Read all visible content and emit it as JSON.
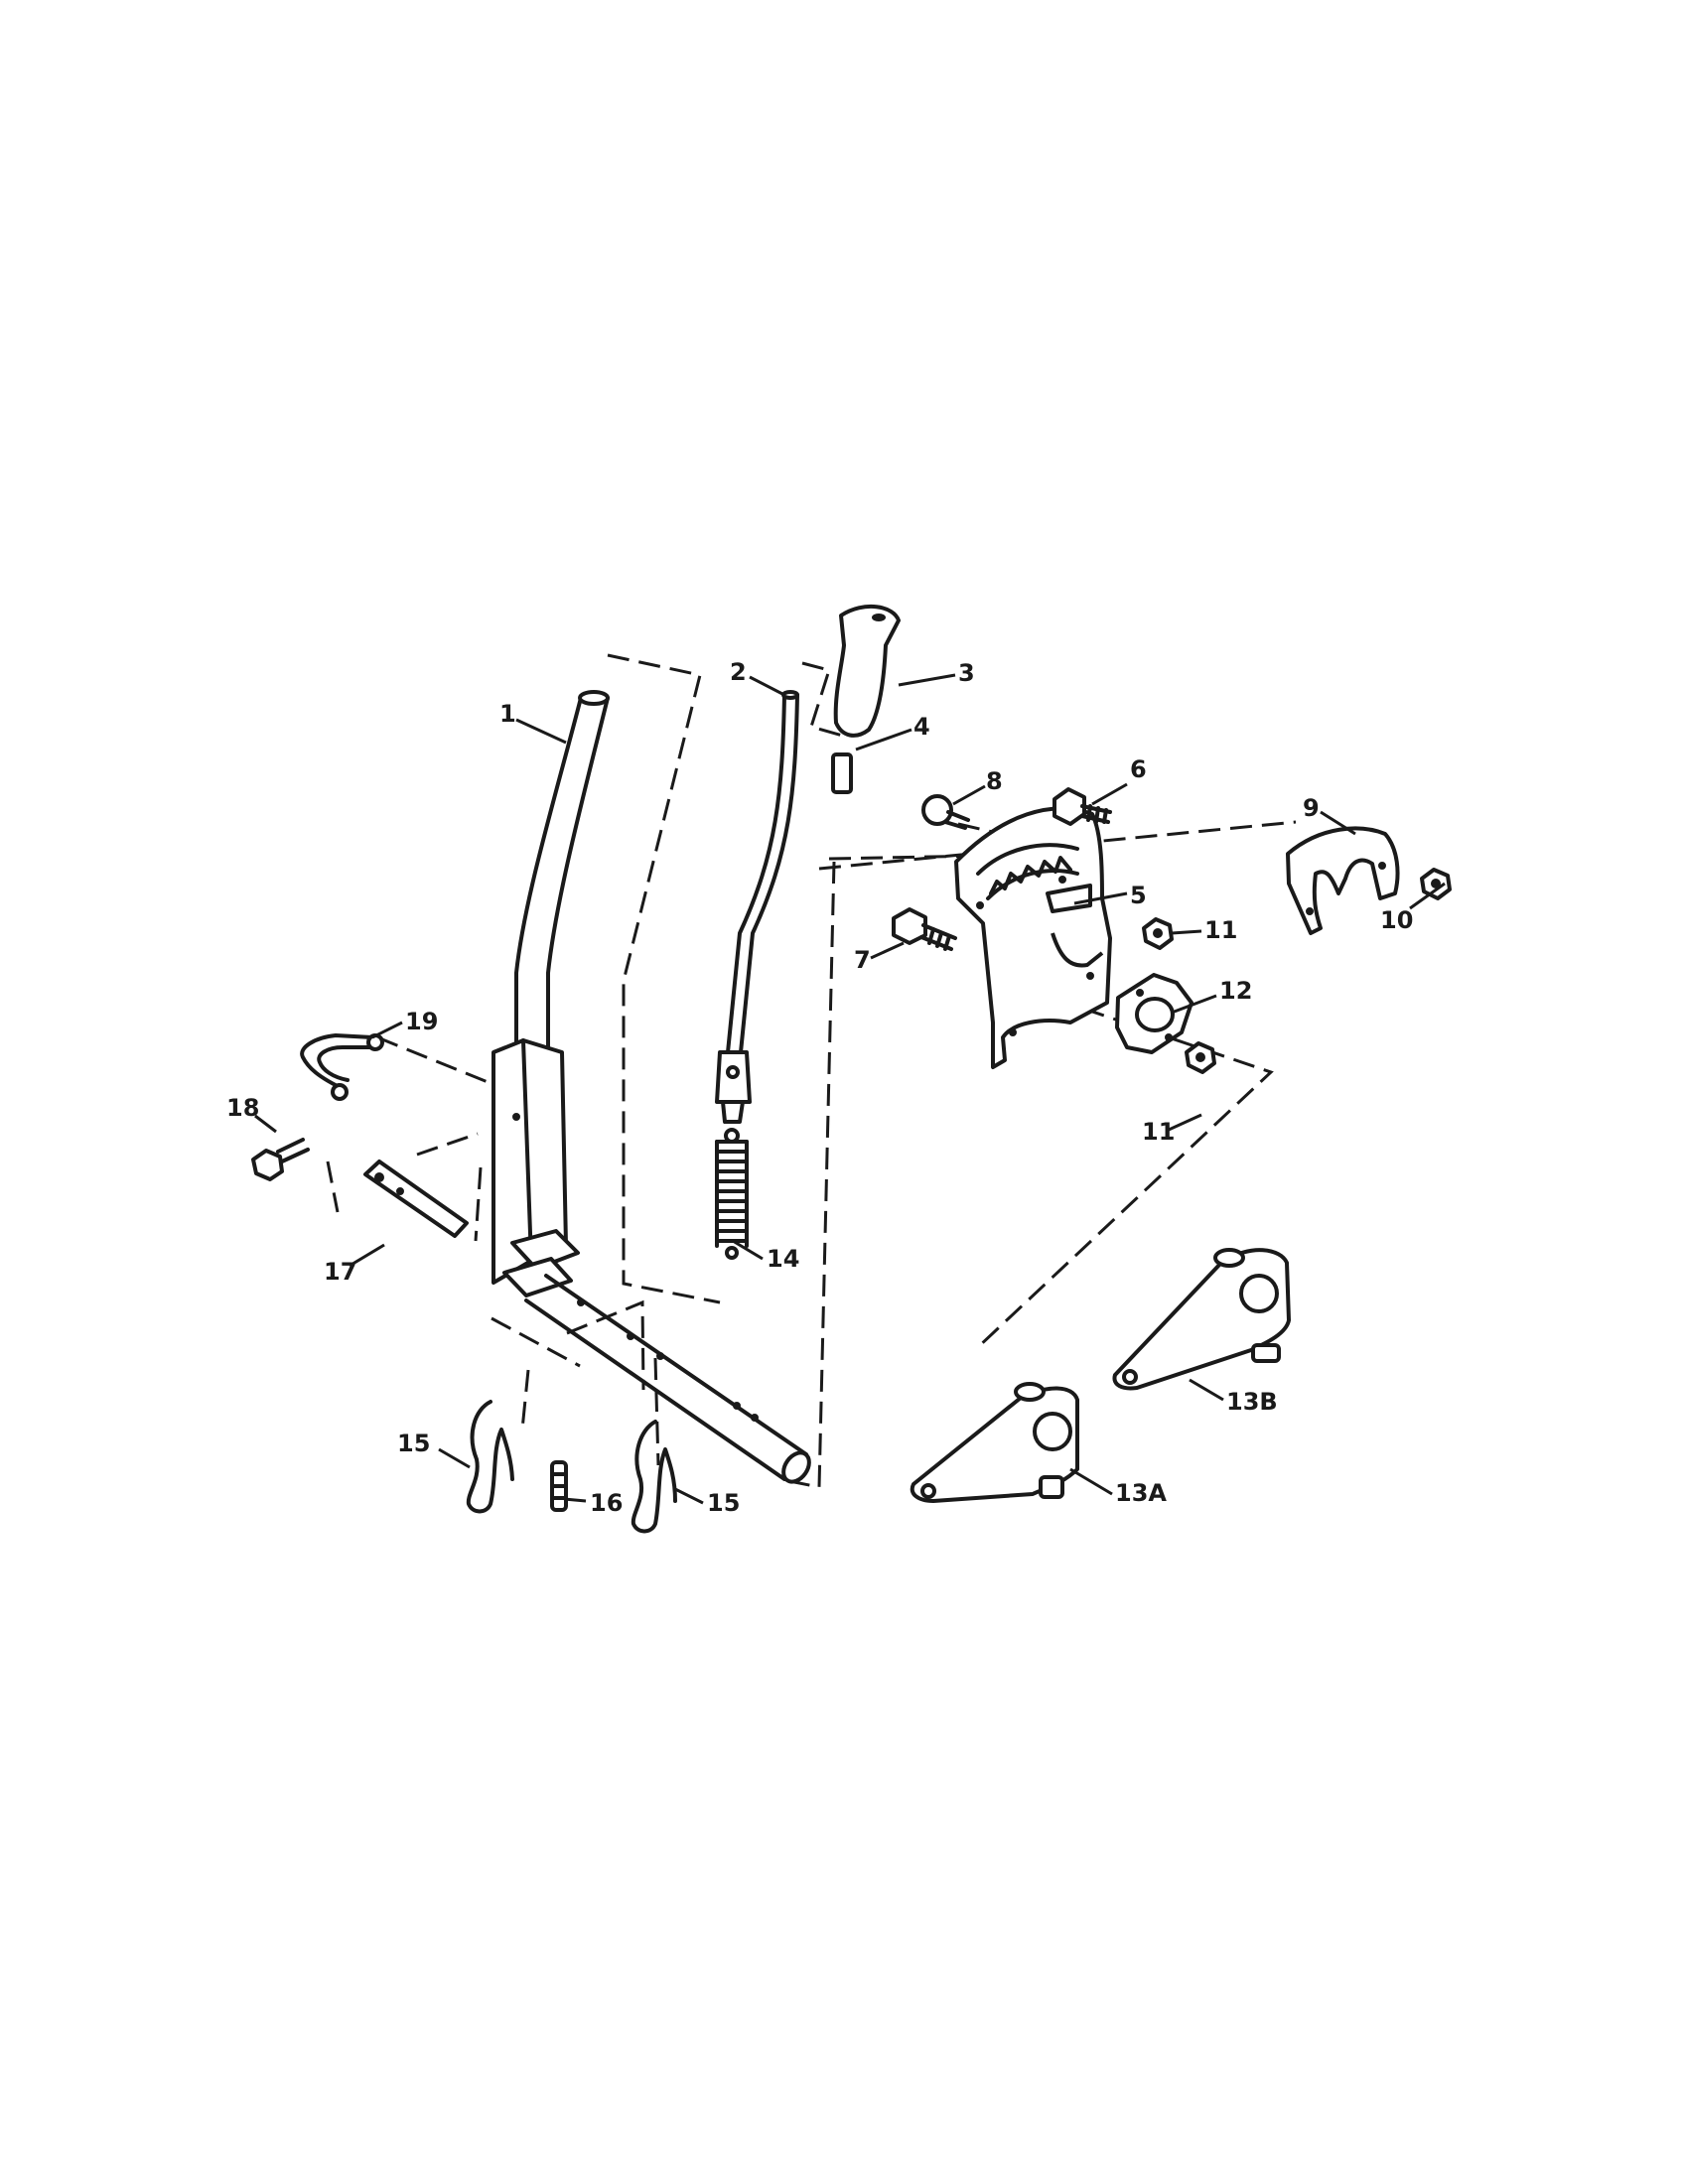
{
  "diagram": {
    "callouts": {
      "c1": "1",
      "c2": "2",
      "c3": "3",
      "c4": "4",
      "c5": "5",
      "c6": "6",
      "c7": "7",
      "c8": "8",
      "c9": "9",
      "c10": "10",
      "c11a": "11",
      "c11b": "11",
      "c12": "12",
      "c13a": "13A",
      "c13b": "13B",
      "c14": "14",
      "c15a": "15",
      "c15b": "15",
      "c16": "16",
      "c17": "17",
      "c18": "18",
      "c19": "19"
    },
    "colors": {
      "ink": "#1a1a1a",
      "paper": "#ffffff"
    }
  }
}
